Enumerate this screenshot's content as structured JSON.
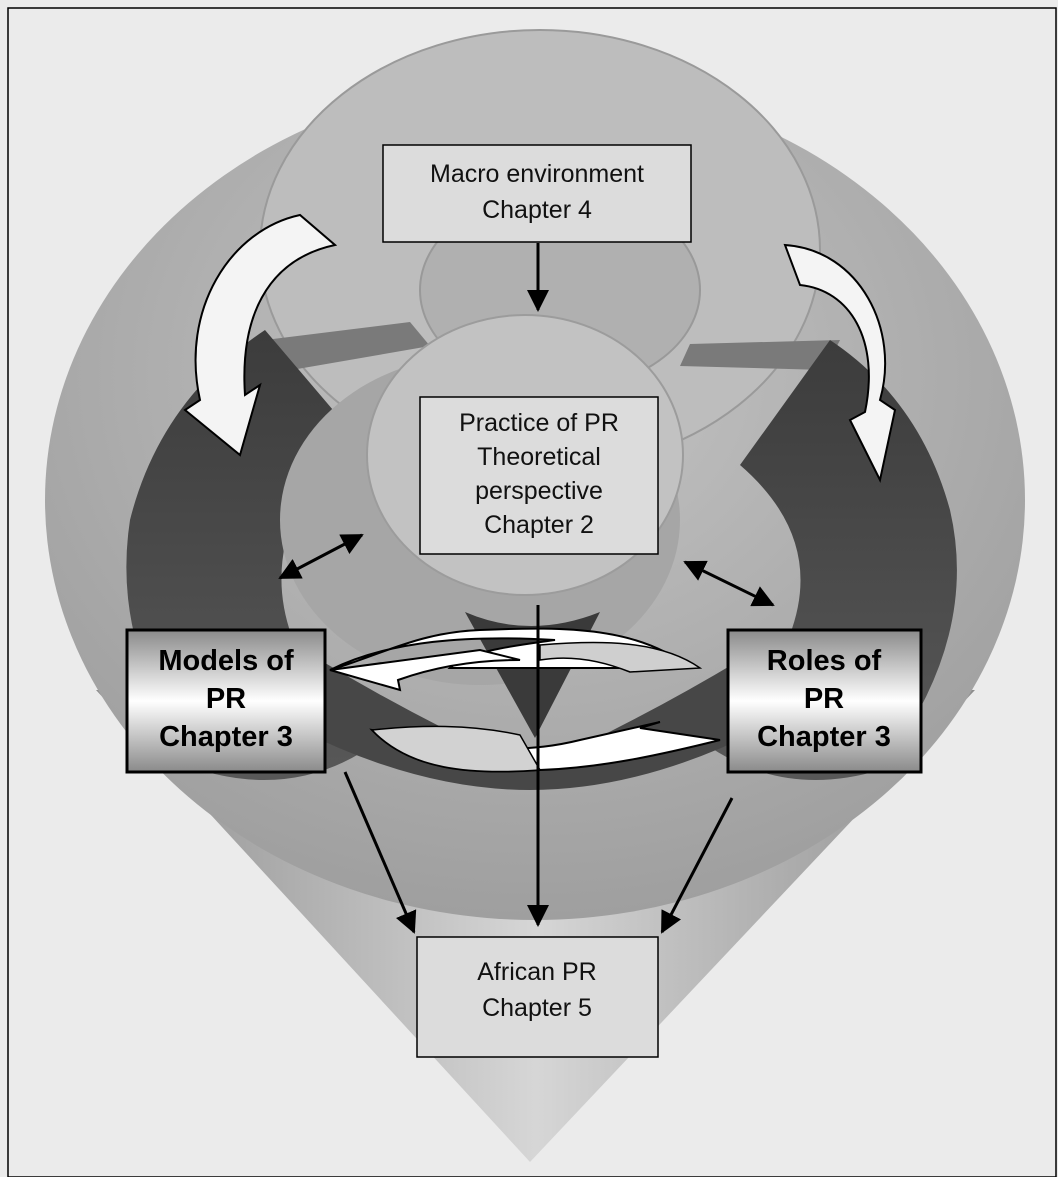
{
  "diagram": {
    "boxes": {
      "macro": {
        "lines": [
          "Macro environment",
          "Chapter 4"
        ]
      },
      "practice": {
        "lines": [
          "Practice of PR",
          "Theoretical",
          "perspective",
          "Chapter 2"
        ]
      },
      "models": {
        "lines": [
          "Models of",
          "PR",
          "Chapter 3"
        ]
      },
      "roles": {
        "lines": [
          "Roles of",
          "PR",
          "Chapter 3"
        ]
      },
      "african": {
        "lines": [
          "African PR",
          "Chapter 5"
        ]
      }
    },
    "colors": {
      "background": "#ebebeb",
      "outer_disc": "#a9a9a9",
      "dark_ring": "#4a4a4a",
      "label_box": "#dcdcdc"
    }
  }
}
